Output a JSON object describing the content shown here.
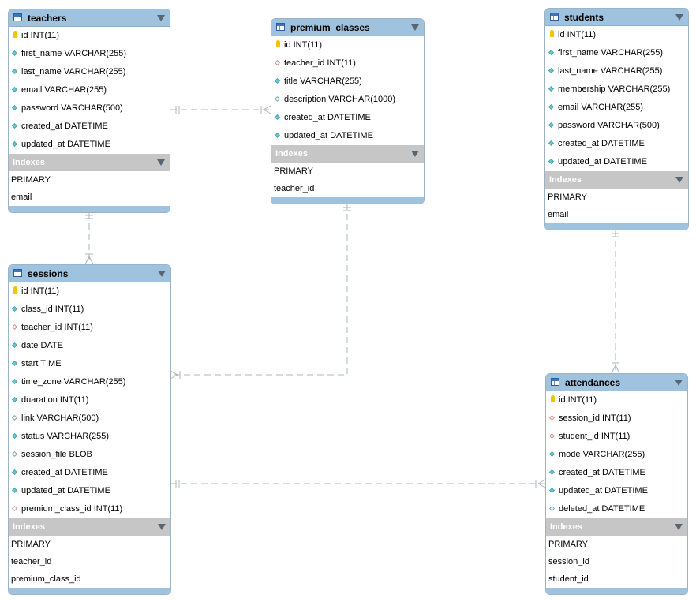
{
  "tables": {
    "teachers": {
      "name": "teachers",
      "columns": [
        {
          "text": "id INT(11)",
          "icon": "primary-key-icon"
        },
        {
          "text": "first_name VARCHAR(255)",
          "icon": "not-null-column-icon"
        },
        {
          "text": "last_name VARCHAR(255)",
          "icon": "not-null-column-icon"
        },
        {
          "text": "email VARCHAR(255)",
          "icon": "not-null-column-icon"
        },
        {
          "text": "password VARCHAR(500)",
          "icon": "not-null-column-icon"
        },
        {
          "text": "created_at DATETIME",
          "icon": "not-null-column-icon"
        },
        {
          "text": "updated_at DATETIME",
          "icon": "not-null-column-icon"
        }
      ],
      "indexes_label": "Indexes",
      "indexes": [
        "PRIMARY",
        "email"
      ]
    },
    "premium_classes": {
      "name": "premium_classes",
      "columns": [
        {
          "text": "id INT(11)",
          "icon": "primary-key-icon"
        },
        {
          "text": "teacher_id INT(11)",
          "icon": "foreign-key-icon"
        },
        {
          "text": "title VARCHAR(255)",
          "icon": "not-null-column-icon"
        },
        {
          "text": "description VARCHAR(1000)",
          "icon": "nullable-column-icon"
        },
        {
          "text": "created_at DATETIME",
          "icon": "not-null-column-icon"
        },
        {
          "text": "updated_at DATETIME",
          "icon": "not-null-column-icon"
        }
      ],
      "indexes_label": "Indexes",
      "indexes": [
        "PRIMARY",
        "teacher_id"
      ]
    },
    "students": {
      "name": "students",
      "columns": [
        {
          "text": "id INT(11)",
          "icon": "primary-key-icon"
        },
        {
          "text": "first_name VARCHAR(255)",
          "icon": "not-null-column-icon"
        },
        {
          "text": "last_name VARCHAR(255)",
          "icon": "not-null-column-icon"
        },
        {
          "text": "membership VARCHAR(255)",
          "icon": "not-null-column-icon"
        },
        {
          "text": "email VARCHAR(255)",
          "icon": "not-null-column-icon"
        },
        {
          "text": "password VARCHAR(500)",
          "icon": "not-null-column-icon"
        },
        {
          "text": "created_at DATETIME",
          "icon": "not-null-column-icon"
        },
        {
          "text": "updated_at DATETIME",
          "icon": "not-null-column-icon"
        }
      ],
      "indexes_label": "Indexes",
      "indexes": [
        "PRIMARY",
        "email"
      ]
    },
    "sessions": {
      "name": "sessions",
      "columns": [
        {
          "text": "id INT(11)",
          "icon": "primary-key-icon"
        },
        {
          "text": "class_id INT(11)",
          "icon": "not-null-column-icon"
        },
        {
          "text": "teacher_id INT(11)",
          "icon": "foreign-key-icon"
        },
        {
          "text": "date DATE",
          "icon": "not-null-column-icon"
        },
        {
          "text": "start TIME",
          "icon": "not-null-column-icon"
        },
        {
          "text": "time_zone VARCHAR(255)",
          "icon": "not-null-column-icon"
        },
        {
          "text": "duaration INT(11)",
          "icon": "not-null-column-icon"
        },
        {
          "text": "link VARCHAR(500)",
          "icon": "nullable-column-icon"
        },
        {
          "text": "status VARCHAR(255)",
          "icon": "not-null-column-icon"
        },
        {
          "text": "session_file BLOB",
          "icon": "nullable-column-icon"
        },
        {
          "text": "created_at DATETIME",
          "icon": "not-null-column-icon"
        },
        {
          "text": "updated_at DATETIME",
          "icon": "not-null-column-icon"
        },
        {
          "text": "premium_class_id INT(11)",
          "icon": "foreign-key-icon"
        }
      ],
      "indexes_label": "Indexes",
      "indexes": [
        "PRIMARY",
        "teacher_id",
        "premium_class_id"
      ]
    },
    "attendances": {
      "name": "attendances",
      "columns": [
        {
          "text": "id INT(11)",
          "icon": "primary-key-icon"
        },
        {
          "text": "session_id INT(11)",
          "icon": "foreign-key-icon"
        },
        {
          "text": "student_id INT(11)",
          "icon": "foreign-key-icon"
        },
        {
          "text": "mode VARCHAR(255)",
          "icon": "not-null-column-icon"
        },
        {
          "text": "created_at DATETIME",
          "icon": "not-null-column-icon"
        },
        {
          "text": "updated_at DATETIME",
          "icon": "not-null-column-icon"
        },
        {
          "text": "deleted_at DATETIME",
          "icon": "nullable-column-icon"
        }
      ],
      "indexes_label": "Indexes",
      "indexes": [
        "PRIMARY",
        "session_id",
        "student_id"
      ]
    }
  },
  "colors": {
    "table_header": "#9fc2de",
    "indexes_header": "#c6c6c6",
    "connector": "#a9b4bd",
    "primary_key": "#f1c400",
    "not_null_column": "#6bc7d1",
    "foreign_key_border": "#d38a8a"
  }
}
